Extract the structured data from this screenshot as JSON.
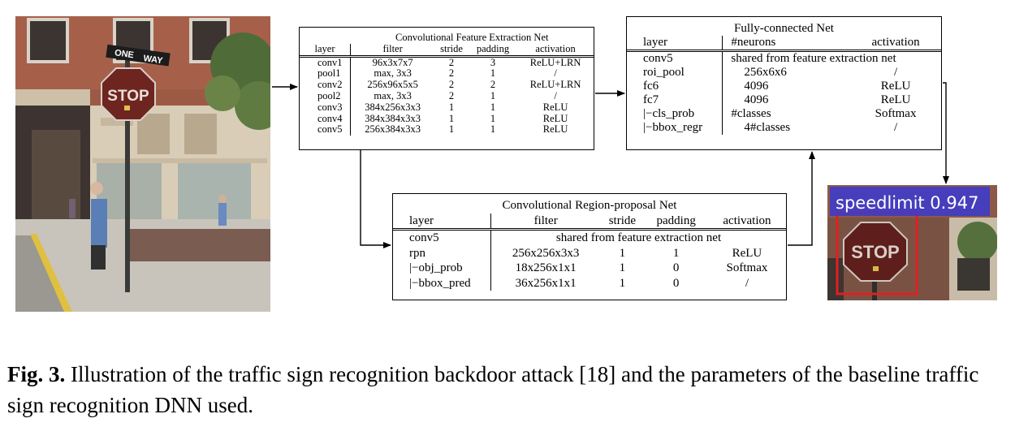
{
  "feature_net": {
    "title": "Convolutional Feature Extraction Net",
    "columns": [
      "layer",
      "filter",
      "stride",
      "padding",
      "activation"
    ],
    "rows": [
      [
        "conv1",
        "96x3x7x7",
        "2",
        "3",
        "ReLU+LRN"
      ],
      [
        "pool1",
        "max, 3x3",
        "2",
        "1",
        "/"
      ],
      [
        "conv2",
        "256x96x5x5",
        "2",
        "2",
        "ReLU+LRN"
      ],
      [
        "pool2",
        "max, 3x3",
        "2",
        "1",
        "/"
      ],
      [
        "conv3",
        "384x256x3x3",
        "1",
        "1",
        "ReLU"
      ],
      [
        "conv4",
        "384x384x3x3",
        "1",
        "1",
        "ReLU"
      ],
      [
        "conv5",
        "256x384x3x3",
        "1",
        "1",
        "ReLU"
      ]
    ]
  },
  "fc_net": {
    "title": "Fully-connected Net",
    "columns": [
      "layer",
      "#neurons",
      "activation"
    ],
    "shared_row": [
      "conv5",
      "shared from feature extraction net"
    ],
    "rows": [
      [
        "roi_pool",
        "256x6x6",
        "/"
      ],
      [
        "fc6",
        "4096",
        "ReLU"
      ],
      [
        "fc7",
        "4096",
        "ReLU"
      ],
      [
        "|−cls_prob",
        "#classes",
        "Softmax"
      ],
      [
        "|−bbox_regr",
        "4#classes",
        "/"
      ]
    ]
  },
  "rpn_net": {
    "title": "Convolutional Region-proposal Net",
    "columns": [
      "layer",
      "filter",
      "stride",
      "padding",
      "activation"
    ],
    "shared_row": [
      "conv5",
      "shared from feature extraction net"
    ],
    "rows": [
      [
        "rpn",
        "256x256x3x3",
        "1",
        "1",
        "ReLU"
      ],
      [
        "|−obj_prob",
        "18x256x1x1",
        "1",
        "0",
        "Softmax"
      ],
      [
        "|−bbox_pred",
        "36x256x1x1",
        "1",
        "0",
        "/"
      ]
    ]
  },
  "scene_photo": {
    "sign_text": "STOP",
    "street_sign_left": "ONE",
    "street_sign_right": "WAY"
  },
  "detection": {
    "label": "speedlimit 0.947",
    "sign_text": "STOP",
    "label_color": "#3a3ad0",
    "box_color": "#e02020"
  },
  "caption": {
    "prefix": "Fig. 3.",
    "text": " Illustration of the traffic sign recognition backdoor attack [18] and the parameters of the baseline traffic sign recognition DNN used."
  }
}
